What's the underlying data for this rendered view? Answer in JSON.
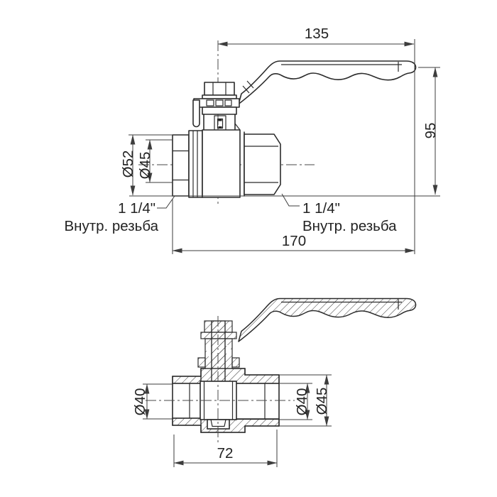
{
  "page": {
    "background": "#ffffff",
    "line_color": "#2b2b2b"
  },
  "views": {
    "side_view": {
      "dimensions": {
        "handle_length": "135",
        "height": "95",
        "outer_diameter": "Ø52",
        "thread_diameter": "Ø45",
        "total_length": "170"
      },
      "labels": {
        "left_port_size": "1 1/4\"",
        "left_port_type": "Внутр. резьба",
        "right_port_size": "1 1/4\"",
        "right_port_type": "Внутр. резьба"
      }
    },
    "section_view": {
      "dimensions": {
        "bore_left": "Ø40",
        "bore_right": "Ø40",
        "outer_right": "Ø45",
        "body_length": "72"
      }
    }
  }
}
